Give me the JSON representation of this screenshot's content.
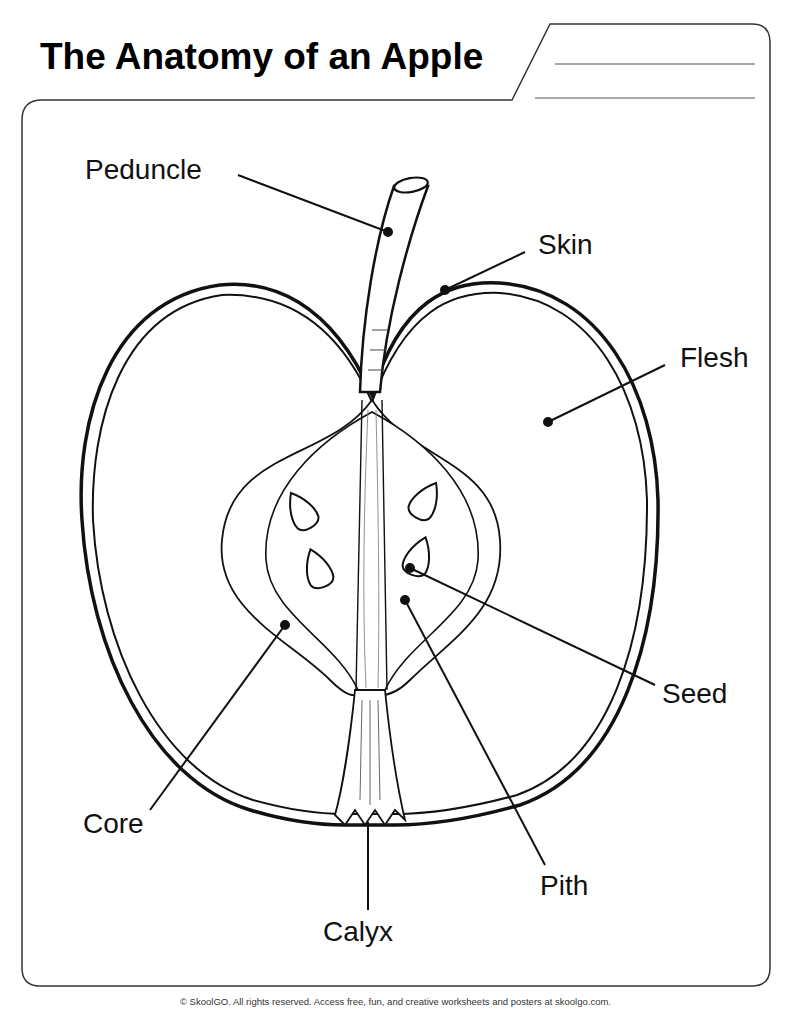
{
  "diagram": {
    "title": "The Anatomy of an Apple",
    "labels": [
      "Peduncle",
      "Skin",
      "Flesh",
      "Seed",
      "Core",
      "Pith",
      "Calyx",
      "© SkoolGO. All rights reserved. Access free, fun, and creative worksheets and posters at skoolgo.com."
    ]
  }
}
